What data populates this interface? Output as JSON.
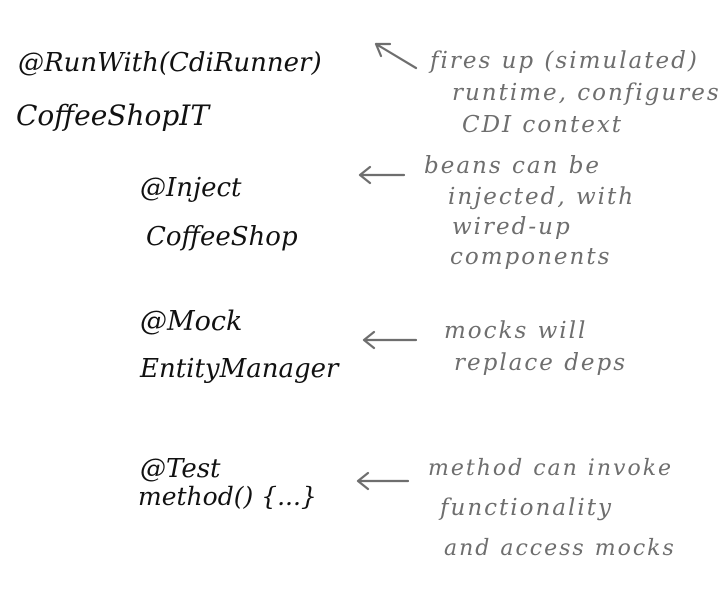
{
  "groups": [
    {
      "code": [
        "@RunWith(CdiRunner)",
        "CoffeeShopIT"
      ],
      "note": [
        "fires up (simulated)",
        "runtime, configures",
        "CDI context"
      ]
    },
    {
      "code": [
        "@Inject",
        "CoffeeShop"
      ],
      "note": [
        "beans can be",
        "injected, with",
        "wired-up",
        "components"
      ]
    },
    {
      "code": [
        "@Mock",
        "EntityManager"
      ],
      "note": [
        "mocks will",
        "replace deps"
      ]
    },
    {
      "code": [
        "@Test",
        "method() {...}"
      ],
      "note": [
        "method can invoke",
        "functionality",
        "and access mocks"
      ]
    }
  ],
  "colors": {
    "code_ink": "#111111",
    "note_ink": "#6e6e6e",
    "background": "#ffffff"
  },
  "icons": [
    "left-arrow-icon"
  ]
}
